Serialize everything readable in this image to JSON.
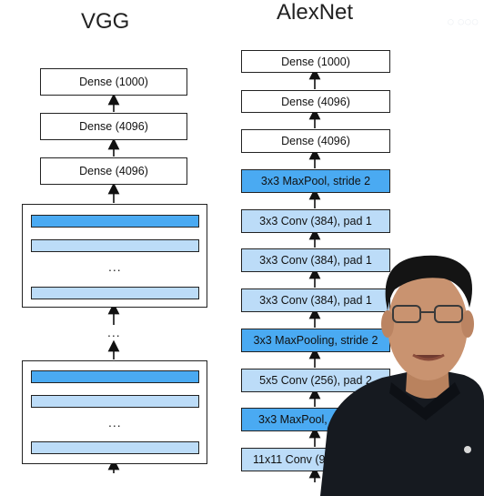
{
  "diagram": {
    "vgg": {
      "title": "VGG",
      "dense_top": "Dense (1000)",
      "dense_mid": "Dense (4096)",
      "dense_low": "Dense (4096)",
      "ellipsis": "..."
    },
    "alexnet": {
      "title": "AlexNet",
      "layers": [
        "Dense (1000)",
        "Dense (4096)",
        "Dense (4096)",
        "3x3 MaxPool, stride 2",
        "3x3 Conv (384), pad 1",
        "3x3 Conv (384), pad 1",
        "3x3 Conv (384), pad 1",
        "3x3 MaxPooling, stride 2",
        "5x5 Conv (256), pad 2",
        "3x3 MaxPool,",
        "11x11 Conv (9"
      ]
    },
    "colors": {
      "light_block": "#bcdcf8",
      "dark_block": "#4aaaf2",
      "border": "#222222"
    },
    "video_overlay": {
      "icon": "presenter-video-overlay",
      "watermark_icon": "watermark"
    }
  }
}
